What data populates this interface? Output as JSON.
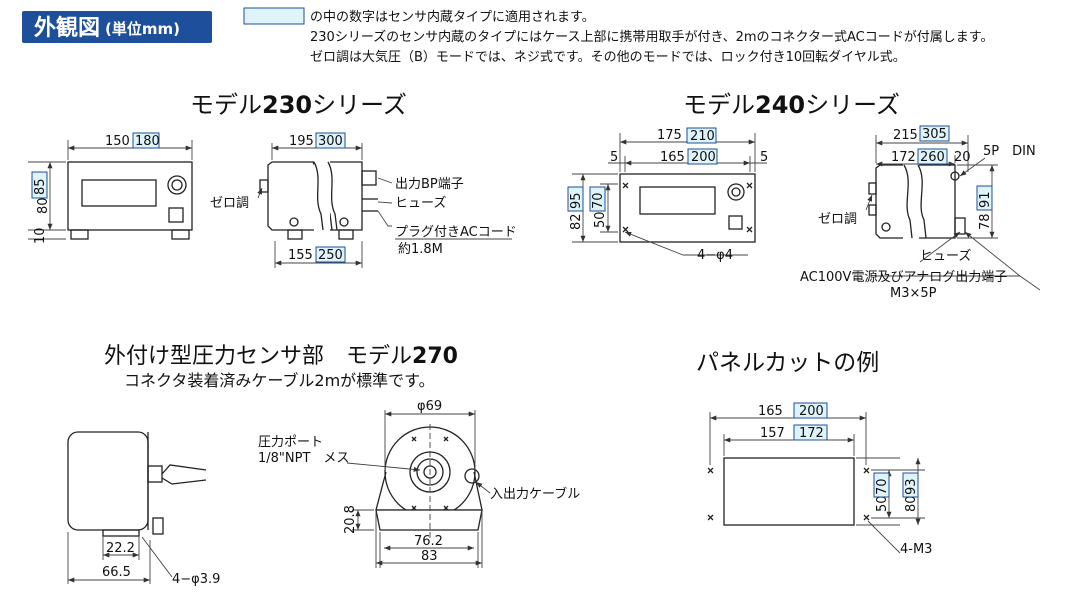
{
  "header": {
    "badge_main": "外観図",
    "badge_sub": "(単位mm)",
    "legend_line1": "の中の数字はセンサ内蔵タイプに適用されます。",
    "legend_line2": "230シリーズのセンサ内蔵のタイプにはケース上部に携帯用取手が付き、2mのコネクター式ACコードが付属します。",
    "legend_line3": "ゼロ調は大気圧（B）モードでは、ネジ式です。その他のモードでは、ロック付き10回転ダイヤル式。",
    "accent_color": "#1d4f9a",
    "box_fill_color": "#dff3fb"
  },
  "model230": {
    "title_prefix": "モデル",
    "title_number": "230",
    "title_suffix": "シリーズ",
    "front_width": "150",
    "front_width_sensor": "180",
    "front_height": "80",
    "front_height_sensor": "85",
    "foot_height": "10",
    "side_depth": "195",
    "side_depth_sensor": "300",
    "side_base": "155",
    "side_base_sensor": "250",
    "label_zero": "ゼロ調",
    "label_bp": "出力BP端子",
    "label_fuse": "ヒューズ",
    "label_cord": "プラグ付きACコード",
    "label_cord_len": "約1.8M"
  },
  "model240": {
    "title_prefix": "モデル",
    "title_number": "240",
    "title_suffix": "シリーズ",
    "front_outer": "175",
    "front_outer_sensor": "210",
    "front_inner": "165",
    "front_inner_sensor": "200",
    "edge_left": "5",
    "edge_right": "5",
    "height_outer": "82",
    "height_outer_sensor": "95",
    "height_inner": "50",
    "height_inner_sensor": "70",
    "holes": "4−φ4",
    "side_depth": "215",
    "side_depth_sensor": "305",
    "side_body": "172",
    "side_body_sensor": "260",
    "side_rear": "20",
    "side_height": "78",
    "side_height_sensor": "91",
    "label_din": "5P　DIN",
    "label_zero": "ゼロ調",
    "label_fuse": "ヒューズ",
    "label_terminal": "AC100V電源及びアナログ出力端子",
    "label_terminal_screw": "M3×5P"
  },
  "model270": {
    "title": "外付け型圧力センサ部　モデル",
    "title_number": "270",
    "subtitle": "コネクタ装着済みケーブル2mが標準です。",
    "dia": "φ69",
    "label_port": "圧力ポート",
    "label_port_spec": "1/8\"NPT　メス",
    "label_cable": "入出力ケーブル",
    "base_height": "20.8",
    "base_inner": "76.2",
    "base_outer": "83",
    "side_foot": "22.2",
    "side_length": "66.5",
    "side_holes": "4−φ3.9"
  },
  "panel": {
    "title": "パネルカットの例",
    "outer_width": "165",
    "outer_width_sensor": "200",
    "inner_width": "157",
    "inner_width_sensor": "172",
    "inner_height": "50",
    "inner_height_sensor": "70",
    "outer_height": "80",
    "outer_height_sensor": "93",
    "holes": "4-M3"
  }
}
